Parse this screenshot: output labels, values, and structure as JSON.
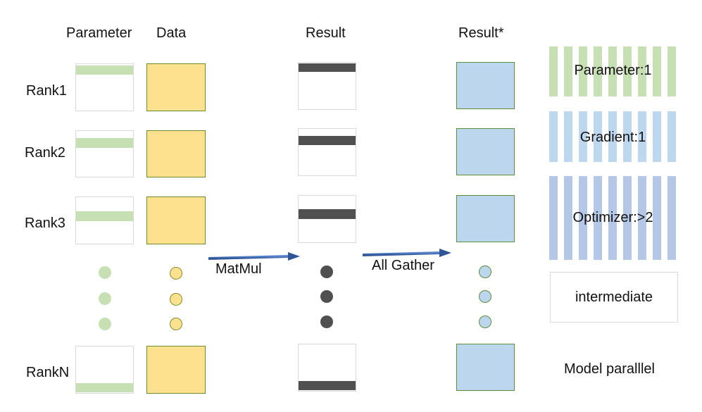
{
  "headers": {
    "parameter": "Parameter",
    "data": "Data",
    "result": "Result",
    "result_star": "Result*"
  },
  "ranks": [
    "Rank1",
    "Rank2",
    "Rank3",
    "RankN"
  ],
  "arrows": {
    "matmul": "MatMul",
    "all_gather": "All Gather"
  },
  "legend": {
    "parameter": "Parameter:1",
    "gradient": "Gradient:1",
    "optimizer": "Optimizer:>2",
    "intermediate": "intermediate"
  },
  "caption": "Model paralllel",
  "colors": {
    "parameter_green": "#c6e0b4",
    "data_yellow": "#fde18f",
    "result_dark": "#505050",
    "gathered_blue": "#bcd6ee",
    "optimizer_purple": "#b4c7e7",
    "arrow_blue": "#4472c4"
  }
}
